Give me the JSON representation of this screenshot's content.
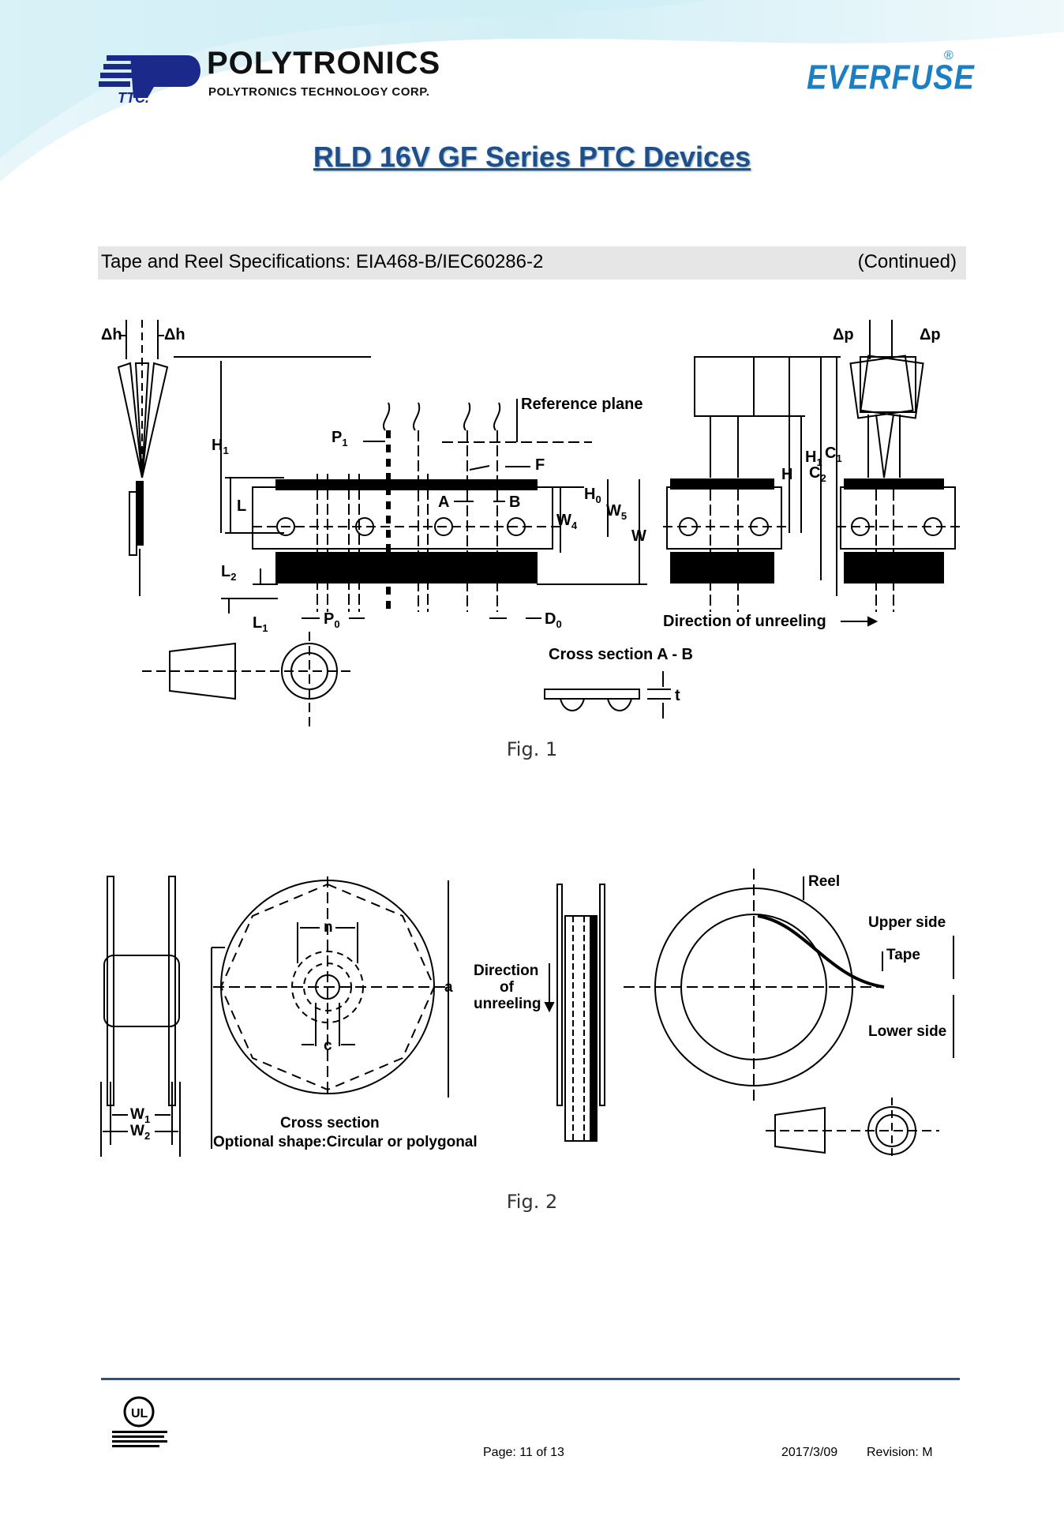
{
  "header": {
    "brand_name": "POLYTRONICS",
    "brand_sub": "POLYTRONICS TECHNOLOGY CORP.",
    "logo_ttc": "TTC.",
    "everfuse": "EVERFUSE",
    "everfuse_reg": "®"
  },
  "title": "RLD 16V GF Series PTC Devices",
  "section": {
    "left": "Tape and Reel Specifications: EIA468-B/IEC60286-2",
    "right": "(Continued)"
  },
  "fig1": {
    "caption": "Fig. 1",
    "labels": {
      "dh_left": "Δh",
      "dh_right": "Δh",
      "dp_left": "Δp",
      "dp_right": "Δp",
      "h1": "H",
      "h1_sub": "1",
      "l": "L",
      "l2": "L",
      "l2_sub": "2",
      "l1": "L",
      "l1_sub": "1",
      "p1": "P",
      "p1_sub": "1",
      "p0": "P",
      "p0_sub": "0",
      "d0": "D",
      "d0_sub": "0",
      "ref_plane": "Reference plane",
      "f": "F",
      "a": "A",
      "b": "B",
      "h0": "H",
      "h0_sub": "0",
      "w4": "W",
      "w4_sub": "4",
      "w5": "W",
      "w5_sub": "5",
      "w": "W",
      "h1b": "H",
      "h1b_sub": "1",
      "h": "H",
      "c1": "C",
      "c1_sub": "1",
      "c2": "C",
      "c2_sub": "2",
      "direction": "Direction of unreeling",
      "cross_ab": "Cross section A - B",
      "t": "t"
    }
  },
  "fig2": {
    "caption": "Fig. 2",
    "labels": {
      "n": "n",
      "c": "c",
      "a": "a",
      "w1": "W",
      "w1_sub": "1",
      "w2": "W",
      "w2_sub": "2",
      "cross_section": "Cross section",
      "optional_shape": "Optional shape:Circular or polygonal",
      "direction_1": "Direction",
      "direction_2": "of",
      "direction_3": "unreeling",
      "reel": "Reel",
      "upper_side": "Upper side",
      "tape": "Tape",
      "lower_side": "Lower side"
    }
  },
  "footer": {
    "page": "Page: 11 of 13",
    "date": "2017/3/09",
    "revision": "Revision: M"
  },
  "colors": {
    "title_blue": "#1f4e8c",
    "everfuse_blue": "#1c7fc4",
    "footer_line": "#2b4f8a",
    "section_bar": "#e6e6e6"
  }
}
